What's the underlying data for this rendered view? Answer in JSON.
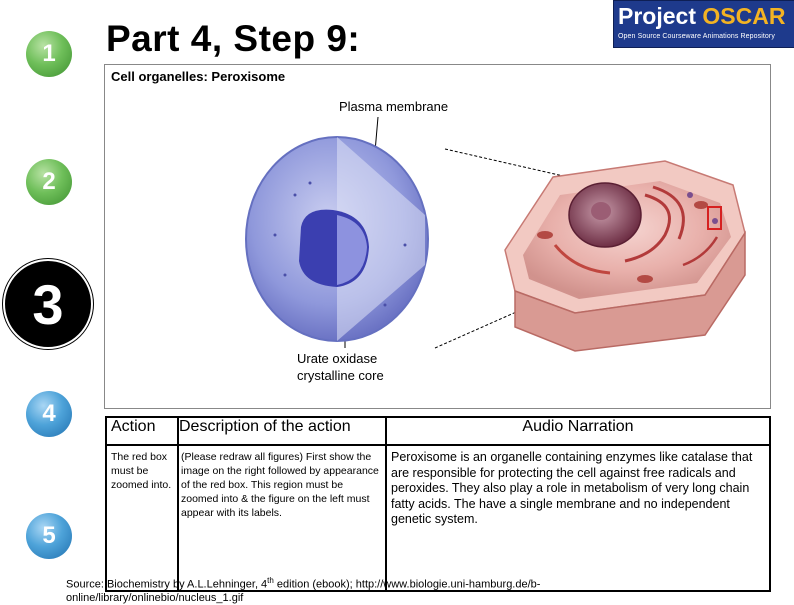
{
  "steps": [
    "1",
    "2",
    "3",
    "4",
    "5"
  ],
  "header": {
    "title": "Part 4, Step 9:"
  },
  "logo": {
    "main_project": "Project",
    "main_oscar": "OSCAR",
    "subtitle": "Open Source Courseware Animations Repository"
  },
  "figure": {
    "title": "Cell organelles: Peroxisome",
    "label_top": "Plasma membrane",
    "label_bottom_line1": "Urate oxidase",
    "label_bottom_line2": "crystalline core"
  },
  "table": {
    "headers": {
      "action": "Action",
      "description": "Description of the action",
      "audio": "Audio Narration"
    },
    "action": "The red box must be zoomed into.",
    "description": "(Please redraw all figures) First show the image on the right followed by appearance of the red box. This region must be zoomed into & the figure on the left must appear with its labels.",
    "audio": "Peroxisome is an organelle containing enzymes like catalase that are responsible for protecting the cell against free radicals and peroxides. They also play a role in metabolism of very long chain fatty acids. The have a single membrane and no independent genetic system."
  },
  "source": {
    "prefix": "Source: Biochemistry by A.L.Lehninger, 4",
    "sup": "th",
    "rest": " edition (ebook); http://www.biologie.uni-hamburg.de/b-",
    "line2": "online/library/onlinebio/nucleus_1.gif"
  },
  "colors": {
    "step_green": "#6fbf5a",
    "step_blue": "#4ea3d9",
    "step_black": "#000000",
    "logo_bg": "#1e3a8c",
    "logo_accent": "#f3b323",
    "zoom_box": "#d62020"
  }
}
